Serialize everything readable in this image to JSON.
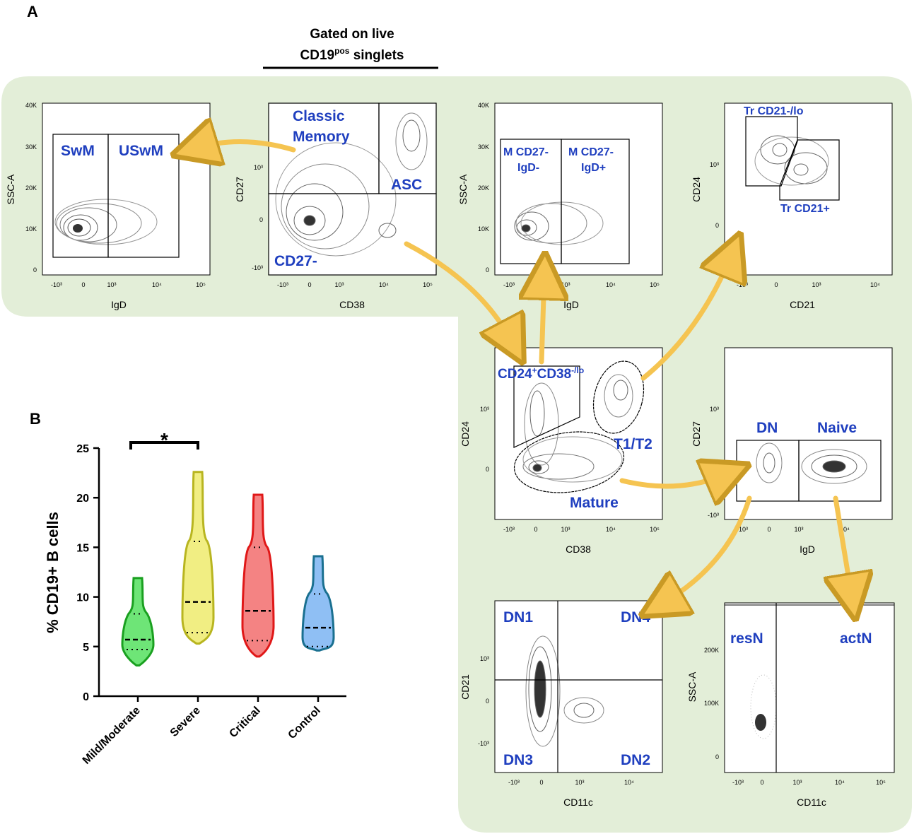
{
  "panel_a_label": "A",
  "panel_b_label": "B",
  "gating_header": {
    "line1": "Gated on live",
    "line2_main": "CD19",
    "line2_sup": "pos",
    "line2_tail": " singlets"
  },
  "plots": {
    "swm": {
      "xlabel": "IgD",
      "ylabel": "SSC-A",
      "gates": [
        "SwM",
        "USwM"
      ]
    },
    "cd27cd38": {
      "xlabel": "CD38",
      "ylabel": "CD27",
      "gates": [
        "Classic",
        "Memory",
        "ASC",
        "CD27-"
      ]
    },
    "mcd27": {
      "xlabel": "IgD",
      "ylabel": "SSC-A",
      "gates": [
        "M CD27-",
        "IgD-",
        "M CD27-",
        "IgD+"
      ]
    },
    "tr": {
      "xlabel": "CD21",
      "ylabel": "CD24",
      "gates": [
        "Tr CD21-/lo",
        "Tr CD21+"
      ]
    },
    "cd24cd38": {
      "xlabel": "CD38",
      "ylabel": "CD24",
      "gates": [
        "CD24",
        "+",
        "CD38",
        "-/lo",
        "T1/T2",
        "Mature"
      ]
    },
    "dnnaive": {
      "xlabel": "IgD",
      "ylabel": "CD27",
      "gates": [
        "DN",
        "Naive"
      ]
    },
    "dn": {
      "xlabel": "CD11c",
      "ylabel": "CD21",
      "gates": [
        "DN1",
        "DN4",
        "DN3",
        "DN2"
      ]
    },
    "resn": {
      "xlabel": "CD11c",
      "ylabel": "SSC-A",
      "gates": [
        "resN",
        "actN"
      ]
    }
  },
  "ticks": {
    "log_x": [
      "-10³",
      "0",
      "10³",
      "10⁴",
      "10⁵"
    ],
    "log_y": [
      "10³",
      "0",
      "-10³"
    ],
    "ssc_y": [
      "40K",
      "30K",
      "20K",
      "10K",
      "0"
    ],
    "ssc_y2": [
      "200K",
      "100K",
      "0"
    ]
  },
  "chart_data": {
    "type": "violin",
    "title": "",
    "xlabel": "",
    "ylabel": "% CD19+ B cells",
    "ylim": [
      0,
      25
    ],
    "yticks": [
      0,
      5,
      10,
      15,
      20,
      25
    ],
    "categories": [
      "Mild/Moderate",
      "Severe",
      "Critical",
      "Control"
    ],
    "series": [
      {
        "name": "Mild/Moderate",
        "color": "#3ddc4a",
        "min": 3.1,
        "max": 11.9,
        "q1": 4.7,
        "median": 5.7,
        "q3": 8.3
      },
      {
        "name": "Severe",
        "color": "#ece85a",
        "min": 5.3,
        "max": 22.6,
        "q1": 6.4,
        "median": 9.5,
        "q3": 15.6
      },
      {
        "name": "Critical",
        "color": "#f05a5a",
        "min": 4.0,
        "max": 20.3,
        "q1": 5.6,
        "median": 8.6,
        "q3": 15.0
      },
      {
        "name": "Control",
        "color": "#6aaaf0",
        "min": 4.6,
        "max": 14.1,
        "q1": 5.0,
        "median": 6.9,
        "q3": 10.3
      }
    ],
    "significance": {
      "from": "Mild/Moderate",
      "to": "Severe",
      "label": "*"
    }
  }
}
